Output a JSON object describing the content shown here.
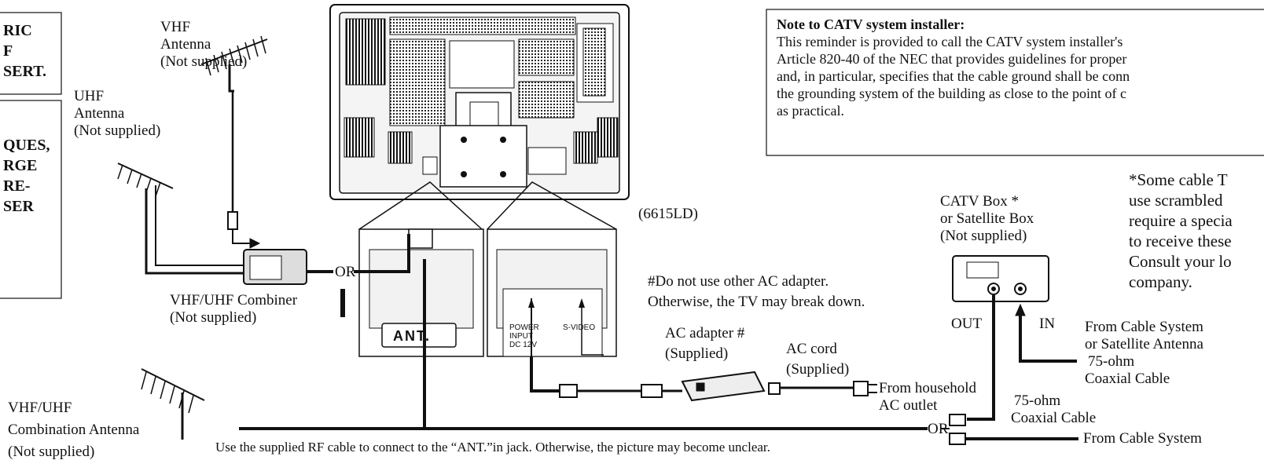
{
  "left_panel": {
    "box1_lines": [
      "RIC",
      "F",
      "SERT."
    ],
    "box2_lines": [
      "QUES,",
      "RGE",
      "RE-",
      "SER"
    ]
  },
  "antennas": {
    "vhf": {
      "line1": "VHF",
      "line2": "Antenna",
      "line3": "(Not supplied)"
    },
    "uhf": {
      "line1": "UHF",
      "line2": "Antenna",
      "line3": "(Not supplied)"
    },
    "combo": {
      "line1": "VHF/UHF",
      "line2": "Combination Antenna",
      "line3": "(Not supplied)"
    }
  },
  "combiner": {
    "line1": "VHF/UHF Combiner",
    "line2": "(Not supplied)"
  },
  "or_labels": {
    "combiner_or": "OR",
    "bottom_or": "OR"
  },
  "tv": {
    "model": "(6615LD)",
    "ant_label": "ANT.",
    "power_label": "POWER\nINPUT\nDC 12V",
    "svideo_label": "S-VIDEO"
  },
  "adapter_note": {
    "line1": "#Do not use other AC adapter.",
    "line2": "Otherwise, the TV may break down."
  },
  "ac_adapter": {
    "line1": "AC adapter #",
    "line2": "(Supplied)"
  },
  "ac_cord": {
    "line1": "AC cord",
    "line2": "(Supplied)"
  },
  "household": {
    "line1": "From household",
    "line2": "AC outlet"
  },
  "catv_box": {
    "line1": "CATV Box *",
    "line2": "or Satellite Box",
    "line3": "(Not supplied)",
    "out": "OUT",
    "in": "IN"
  },
  "cable_in": {
    "line1": "From Cable System",
    "line2": "or Satellite Antenna",
    "line3": "75-ohm",
    "line4": "Coaxial Cable"
  },
  "coax_bottom": {
    "line1": "75-ohm",
    "line2": "Coaxial Cable"
  },
  "from_cable_system": "From Cable System",
  "catv_note": {
    "title": "Note to CATV system installer:",
    "lines": [
      "This reminder is provided to call the CATV system installer's",
      "Article 820-40 of the NEC that provides guidelines for proper",
      "and, in particular, specifies that the cable ground shall be conn",
      "the grounding system of the building as close to the point of c",
      "as practical."
    ]
  },
  "scramble_note": {
    "lines": [
      "*Some cable T",
      "use scrambled",
      "require a specia",
      "to receive these",
      "Consult your lo",
      "company."
    ]
  },
  "footer": "Use the supplied RF cable to connect to the “ANT.”in jack. Otherwise, the picture may become unclear.",
  "colors": {
    "ink": "#111111",
    "panel": "#e8e8e8",
    "dark": "#333333"
  }
}
